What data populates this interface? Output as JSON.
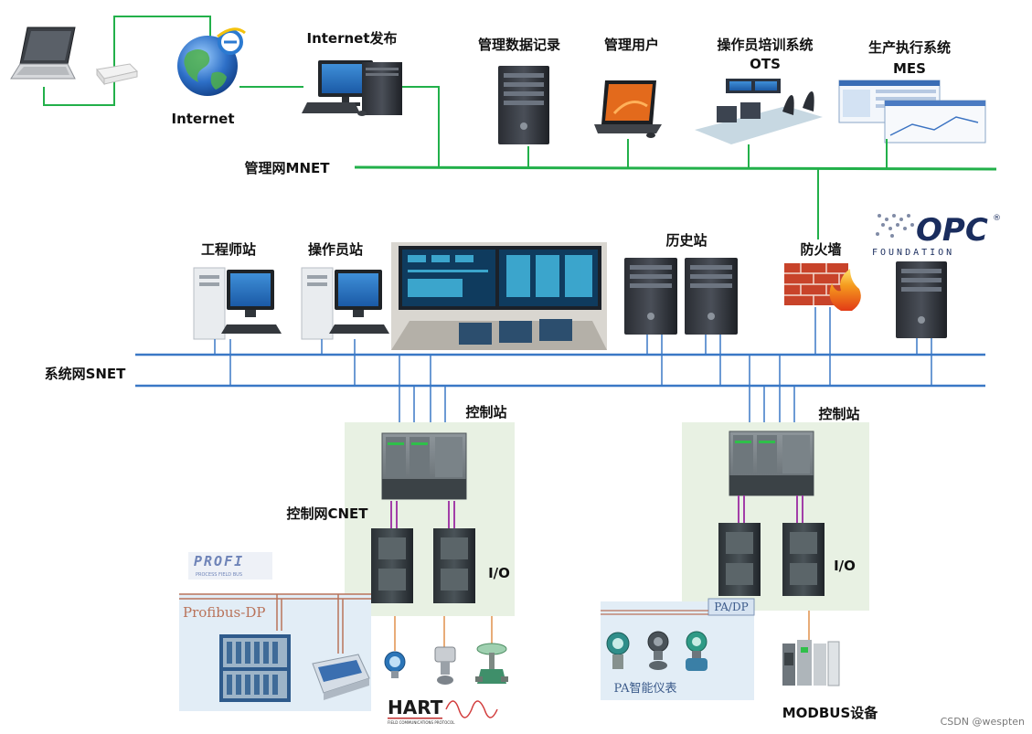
{
  "colors": {
    "mnet": "#22b04a",
    "snet": "#3a78c6",
    "cnet": "#a23ea8",
    "field": "#e0914a",
    "control_panel": "#e8f1e3",
    "field_panel": "#e2edf6",
    "firewall": "#c8432a",
    "opc": "#1a2d5e"
  },
  "labels": {
    "internet": "Internet",
    "internet_publish": "Internet发布",
    "mgmt_data_record": "管理数据记录",
    "mgmt_user": "管理用户",
    "ots_line1": "操作员培训系统",
    "ots_line2": "OTS",
    "mes_line1": "生产执行系统",
    "mes_line2": "MES",
    "mnet": "管理网MNET",
    "engineer_station": "工程师站",
    "operator_station": "操作员站",
    "history_station": "历史站",
    "firewall": "防火墙",
    "opc_text": "OPC",
    "opc_reg": "®",
    "opc_foundation": "FOUNDATION",
    "snet": "系统网SNET",
    "control_station_left": "控制站",
    "control_station_right": "控制站",
    "cnet": "控制网CNET",
    "io_left": "I/O",
    "io_right": "I/O",
    "profi_logo": "PROFI",
    "profi_sub": "PROCESS FIELD BUS",
    "profibus_dp": "Profibus-DP",
    "hart_logo": "HART",
    "hart_sub": "FIELD COMMUNICATIONS PROTOCOL",
    "pa_dp": "PA/DP",
    "pa_instruments": "PA智能仪表",
    "modbus": "MODBUS设备",
    "watermark": "CSDN @wespten"
  },
  "icons": {
    "laptop": "laptop-icon",
    "router": "router-icon",
    "globe": "internet-explorer-globe-icon",
    "desktop": "desktop-computer-icon",
    "server": "server-tower-icon",
    "firewall": "brick-firewall-icon",
    "transmitter": "field-transmitter-icon"
  }
}
